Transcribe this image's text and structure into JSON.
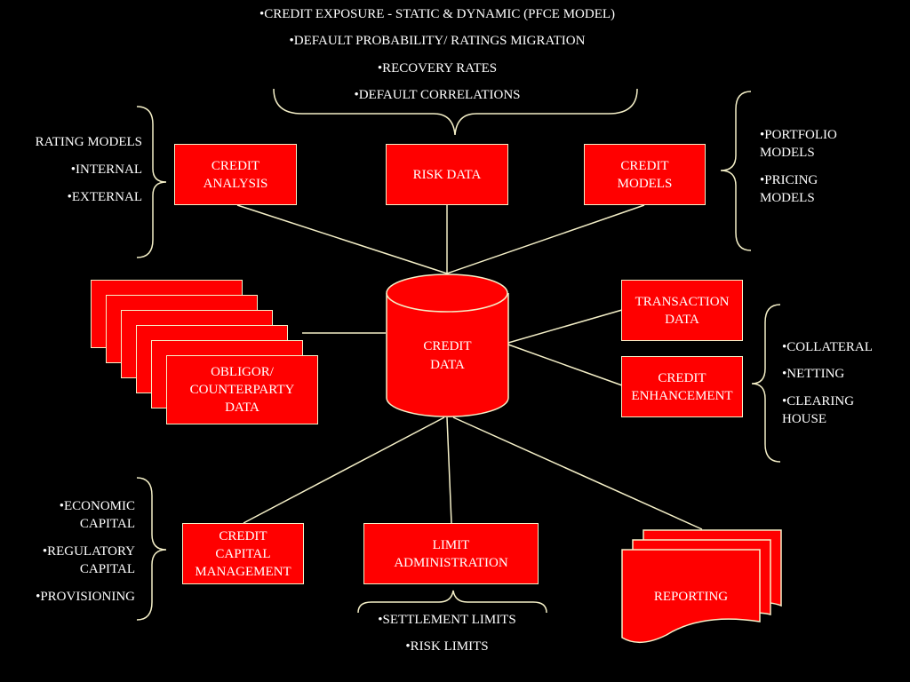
{
  "top_items": [
    "•CREDIT EXPOSURE - STATIC & DYNAMIC (PFCE MODEL)",
    "•DEFAULT PROBABILITY/ RATINGS MIGRATION",
    "•RECOVERY RATES",
    "•DEFAULT CORRELATIONS"
  ],
  "rating_models": {
    "title": "RATING MODELS",
    "items": [
      "•INTERNAL",
      "•EXTERNAL"
    ]
  },
  "credit_models_notes": [
    "•PORTFOLIO\nMODELS",
    "•PRICING\nMODELS"
  ],
  "boxes": {
    "credit_analysis": "CREDIT\nANALYSIS",
    "risk_data": "RISK DATA",
    "credit_models": "CREDIT\nMODELS",
    "credit_data": "CREDIT\nDATA",
    "transaction_data": "TRANSACTION\nDATA",
    "credit_enhancement": "CREDIT\nENHANCEMENT",
    "obligor_data": "OBLIGOR/\nCOUNTERPARTY\nDATA",
    "credit_capital_management": "CREDIT\nCAPITAL\nMANAGEMENT",
    "limit_administration": "LIMIT\nADMINISTRATION",
    "reporting": "REPORTING"
  },
  "enhancement_notes": [
    "•COLLATERAL",
    "•NETTING",
    "•CLEARING\nHOUSE"
  ],
  "capital_notes": [
    "•ECONOMIC\nCAPITAL",
    "•REGULATORY\nCAPITAL",
    "•PROVISIONING"
  ],
  "limit_notes": [
    "•SETTLEMENT LIMITS",
    "•RISK LIMITS"
  ],
  "colors": {
    "box_fill": "#ff0000",
    "line": "#f5f0c8",
    "background": "#000000"
  }
}
